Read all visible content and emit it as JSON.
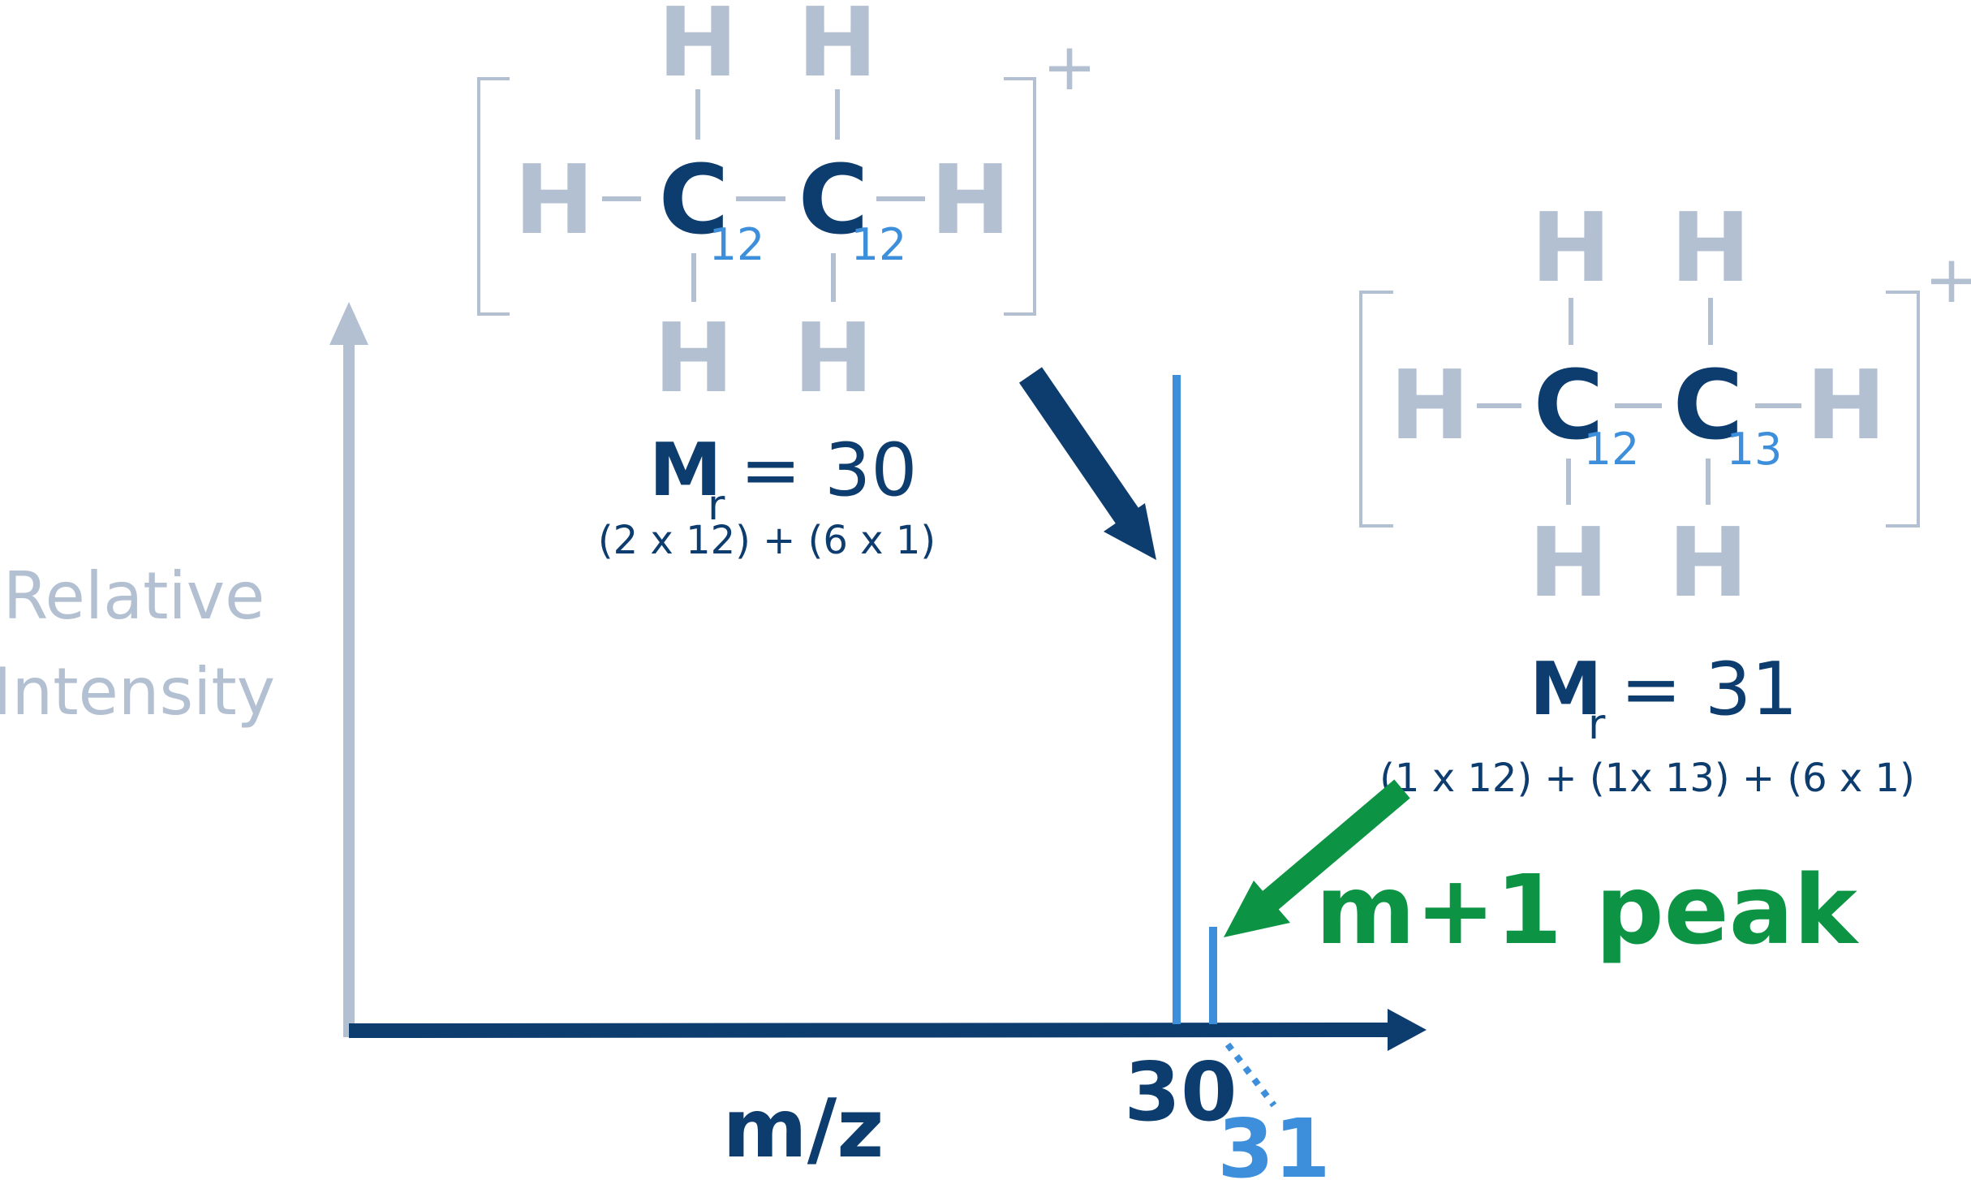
{
  "chart_data": {
    "type": "bar",
    "xlabel": "m/z",
    "ylabel_lines": [
      "Relative",
      "Intensity"
    ],
    "x": [
      30,
      31
    ],
    "tick_labels": [
      "30",
      "31"
    ],
    "values": [
      100,
      15
    ],
    "ylim": [
      0,
      120
    ],
    "annotations": {
      "peak_label": "m+1 peak"
    }
  },
  "molecule_12_12": {
    "atoms": {
      "H": "H",
      "C": "C"
    },
    "isotope_1": "12",
    "isotope_2": "12",
    "charge": "+",
    "mr_main": "M",
    "mr_sub": "r",
    "mr_value": "= 30",
    "calculation": "(2 x 12) + (6 x 1)"
  },
  "molecule_12_13": {
    "atoms": {
      "H": "H",
      "C": "C"
    },
    "isotope_1": "12",
    "isotope_2": "13",
    "charge": "+",
    "mr_main": "M",
    "mr_sub": "r",
    "mr_value": "= 31",
    "calculation": "(1 x 12) + (1x 13) + (6 x 1)"
  },
  "colors": {
    "dark_blue": "#0d3c6e",
    "light_blue": "#3d8fdb",
    "grey": "#b3c0d2",
    "green": "#0c9444"
  }
}
